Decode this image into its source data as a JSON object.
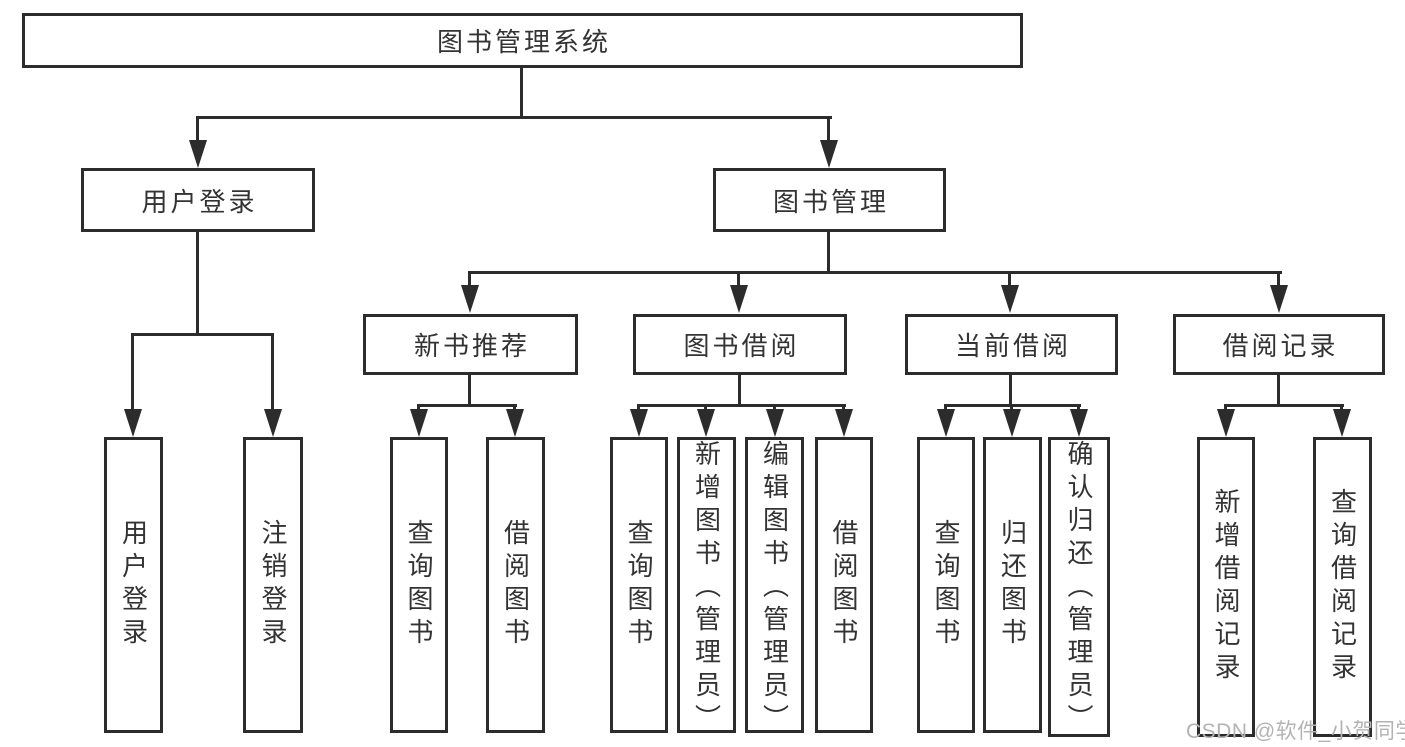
{
  "tree": {
    "root": "图书管理系统",
    "branches": [
      {
        "label": "用户登录",
        "children": [
          "用户登录",
          "注销登录"
        ]
      },
      {
        "label": "图书管理",
        "groups": [
          {
            "label": "新书推荐",
            "children": [
              "查询图书",
              "借阅图书"
            ]
          },
          {
            "label": "图书借阅",
            "children": [
              "查询图书",
              "新增图书（管理员）",
              "编辑图书（管理员）",
              "借阅图书"
            ]
          },
          {
            "label": "当前借阅",
            "children": [
              "查询图书",
              "归还图书",
              "确认归还（管理员）"
            ]
          },
          {
            "label": "借阅记录",
            "children": [
              "新增借阅记录",
              "查询借阅记录"
            ]
          }
        ]
      }
    ]
  },
  "watermark": "CSDN @软件_小贺同学",
  "colors": {
    "line": "#2c2c2c",
    "text": "#333333",
    "watermark": "#b3b3b3",
    "background": "#ffffff"
  }
}
